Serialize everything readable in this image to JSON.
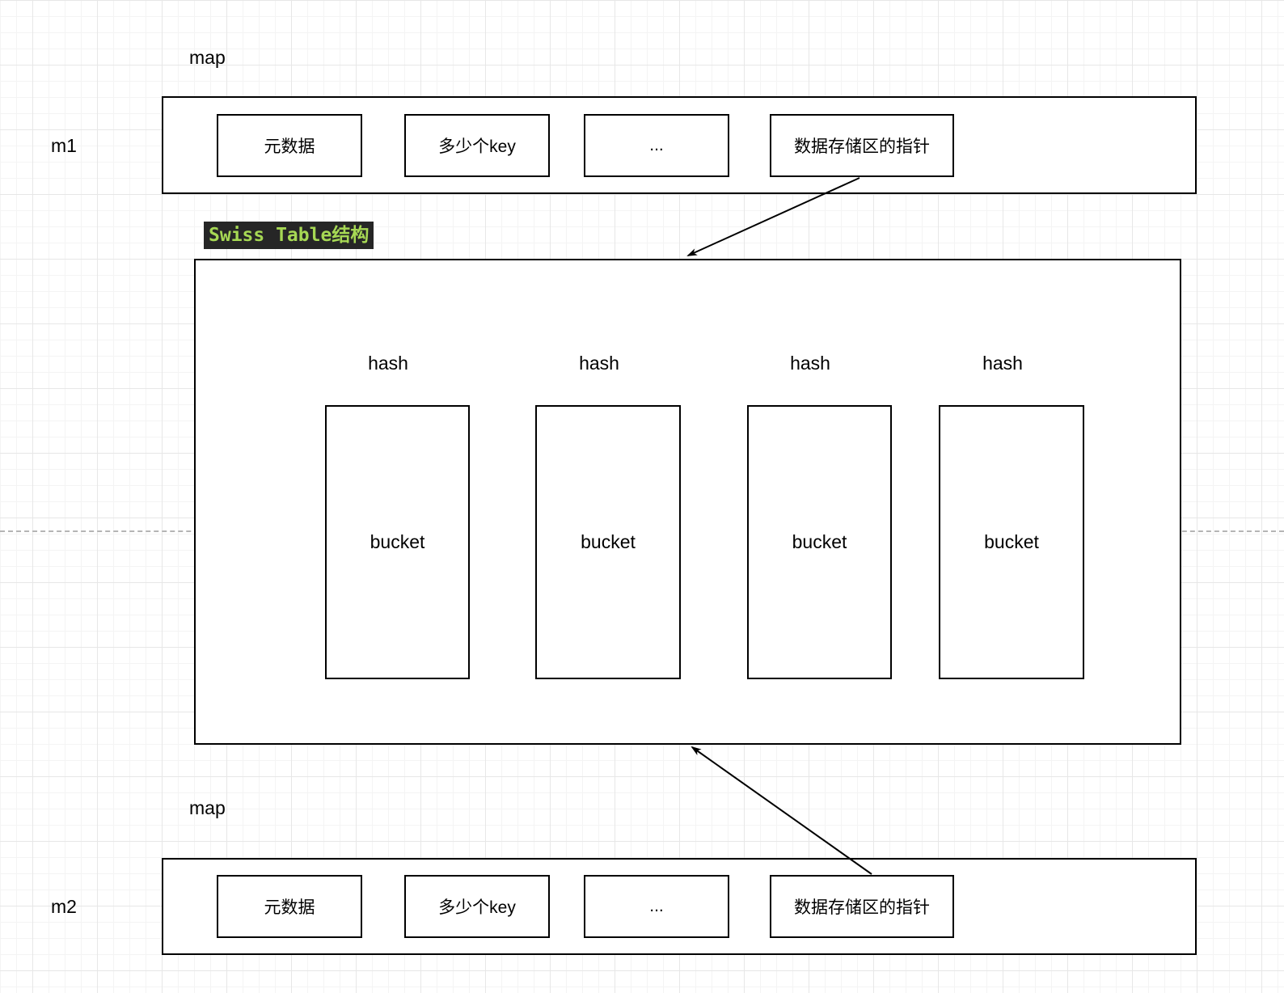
{
  "diagram": {
    "maps": [
      {
        "name": "m1",
        "type_label": "map",
        "fields": [
          "元数据",
          "多少个key",
          "...",
          "数据存储区的指针"
        ]
      },
      {
        "name": "m2",
        "type_label": "map",
        "fields": [
          "元数据",
          "多少个key",
          "...",
          "数据存储区的指针"
        ]
      }
    ],
    "swiss_table": {
      "title": "Swiss Table结构",
      "columns": [
        {
          "hash": "hash",
          "bucket": "bucket"
        },
        {
          "hash": "hash",
          "bucket": "bucket"
        },
        {
          "hash": "hash",
          "bucket": "bucket"
        },
        {
          "hash": "hash",
          "bucket": "bucket"
        }
      ]
    },
    "arrows": [
      {
        "from": "m1 数据存储区的指针",
        "to": "Swiss Table结构 top edge"
      },
      {
        "from": "m2 数据存储区的指针",
        "to": "Swiss Table结构 bottom edge"
      }
    ],
    "colors": {
      "shape_border": "#000000",
      "shape_fill": "#ffffff",
      "title_badge_bg": "#262626",
      "title_badge_text": "#a6d854",
      "grid_minor": "#f4f4f4",
      "grid_major": "#e7e7e7",
      "dashed_guide": "#b5b5b5",
      "arrow": "#000000"
    }
  }
}
